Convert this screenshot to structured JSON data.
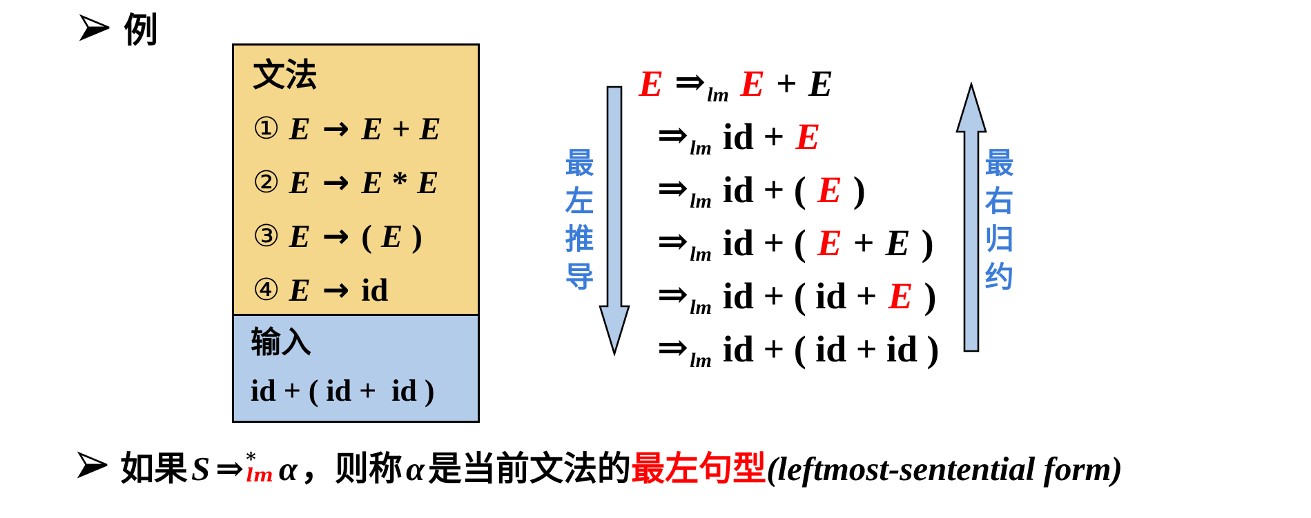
{
  "colors": {
    "red": "#ff0000",
    "blue_text": "#3b7cd9",
    "box_yellow": "#f5d78b",
    "box_blue": "#b3ccea",
    "arrow_fill": "#b3ccea",
    "ink": "#000000"
  },
  "example": {
    "label": "例"
  },
  "grammar": {
    "title": "文法",
    "productions": [
      {
        "num": "①",
        "lhs": "E",
        "arrow": "→",
        "rhs": "E + E"
      },
      {
        "num": "②",
        "lhs": "E",
        "arrow": "→",
        "rhs": "E * E"
      },
      {
        "num": "③",
        "lhs": "E",
        "arrow": "→",
        "rhs": "( E )"
      },
      {
        "num": "④",
        "lhs": "E",
        "arrow": "→",
        "rhs": "id"
      }
    ],
    "input_title": "输入",
    "input_string": "id + ( id +  id )"
  },
  "derivation": {
    "arrow_symbol": "⇒",
    "arrow_subscript": "lm",
    "rows": [
      [
        {
          "text": "E",
          "red": true
        },
        {
          "text": "⇒",
          "sub": "lm"
        },
        {
          "text": "E",
          "red": true
        },
        {
          "text": "+"
        },
        {
          "text": "E"
        }
      ],
      [
        {
          "text": "⇒",
          "sub": "lm"
        },
        {
          "text": "id +"
        },
        {
          "text": "E",
          "red": true
        }
      ],
      [
        {
          "text": "⇒",
          "sub": "lm"
        },
        {
          "text": "id + ("
        },
        {
          "text": "E",
          "red": true
        },
        {
          "text": ")"
        }
      ],
      [
        {
          "text": "⇒",
          "sub": "lm"
        },
        {
          "text": "id + ("
        },
        {
          "text": "E",
          "red": true
        },
        {
          "text": "+"
        },
        {
          "text": "E"
        },
        {
          "text": ")"
        }
      ],
      [
        {
          "text": "⇒",
          "sub": "lm"
        },
        {
          "text": "id + ( id +"
        },
        {
          "text": "E",
          "red": true
        },
        {
          "text": ")"
        }
      ],
      [
        {
          "text": "⇒",
          "sub": "lm"
        },
        {
          "text": "id + ( id + id )"
        }
      ]
    ]
  },
  "flows": {
    "left_label": "最左推导",
    "right_label": "最右归约"
  },
  "conclusion": {
    "segments": [
      {
        "text": "如果",
        "k": "cn"
      },
      {
        "text": "S",
        "k": "var"
      },
      {
        "text": "⇒",
        "k": "bigarrow",
        "sup": "*",
        "sub": "lm"
      },
      {
        "text": "α",
        "k": "var"
      },
      {
        "text": "，则称",
        "k": "cn"
      },
      {
        "text": "α",
        "k": "var"
      },
      {
        "text": "是当前文法的",
        "k": "cn"
      },
      {
        "text": "最左句型",
        "k": "cnred"
      },
      {
        "text": "(leftmost-sentential form)",
        "k": "en"
      }
    ]
  }
}
